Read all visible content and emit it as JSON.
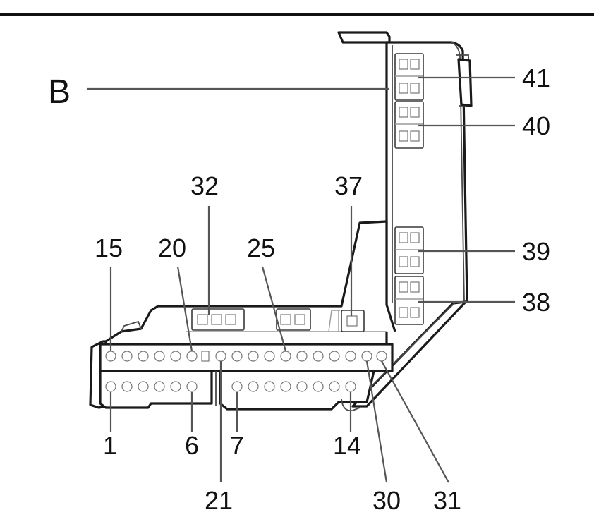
{
  "diagram": {
    "callouts": {
      "B": "B",
      "41": "41",
      "40": "40",
      "32": "32",
      "37": "37",
      "15": "15",
      "20": "20",
      "25": "25",
      "39": "39",
      "38": "38",
      "1": "1",
      "6": "6",
      "7": "7",
      "14": "14",
      "21": "21",
      "30": "30",
      "31": "31"
    }
  }
}
